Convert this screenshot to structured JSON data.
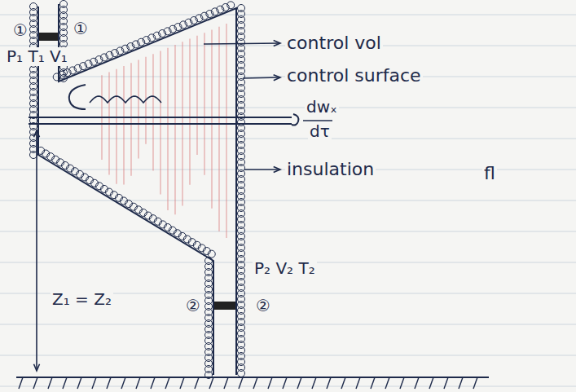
{
  "diagram": {
    "labels": [
      "①",
      "①",
      "P₁ T₁ V₁",
      "control vol",
      "control surface",
      "dwₓ",
      "dτ",
      "insulation",
      "fl",
      "Z₁ = Z₂",
      "P₂ V₂ T₂",
      "②",
      "②"
    ]
  }
}
